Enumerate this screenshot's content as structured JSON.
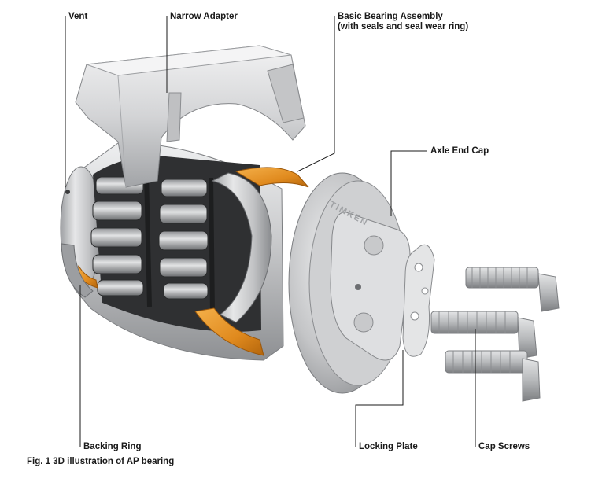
{
  "labels": {
    "vent": "Vent",
    "narrow_adapter": "Narrow Adapter",
    "basic_bearing_line1": "Basic Bearing Assembly",
    "basic_bearing_line2": "(with seals and seal wear ring)",
    "axle_end_cap": "Axle End Cap",
    "backing_ring": "Backing Ring",
    "locking_plate": "Locking Plate",
    "cap_screws": "Cap Screws"
  },
  "caption": "Fig. 1 3D illustration of AP bearing",
  "cap_engraving": "TIMKEN",
  "colors": {
    "seal_orange": "#e08a1e",
    "metal_light": "#d9dadc",
    "metal_mid": "#a9abae",
    "metal_dark": "#5c5e61",
    "roller_dark": "#2b2c2e",
    "leader_line": "#1a1a1a"
  }
}
